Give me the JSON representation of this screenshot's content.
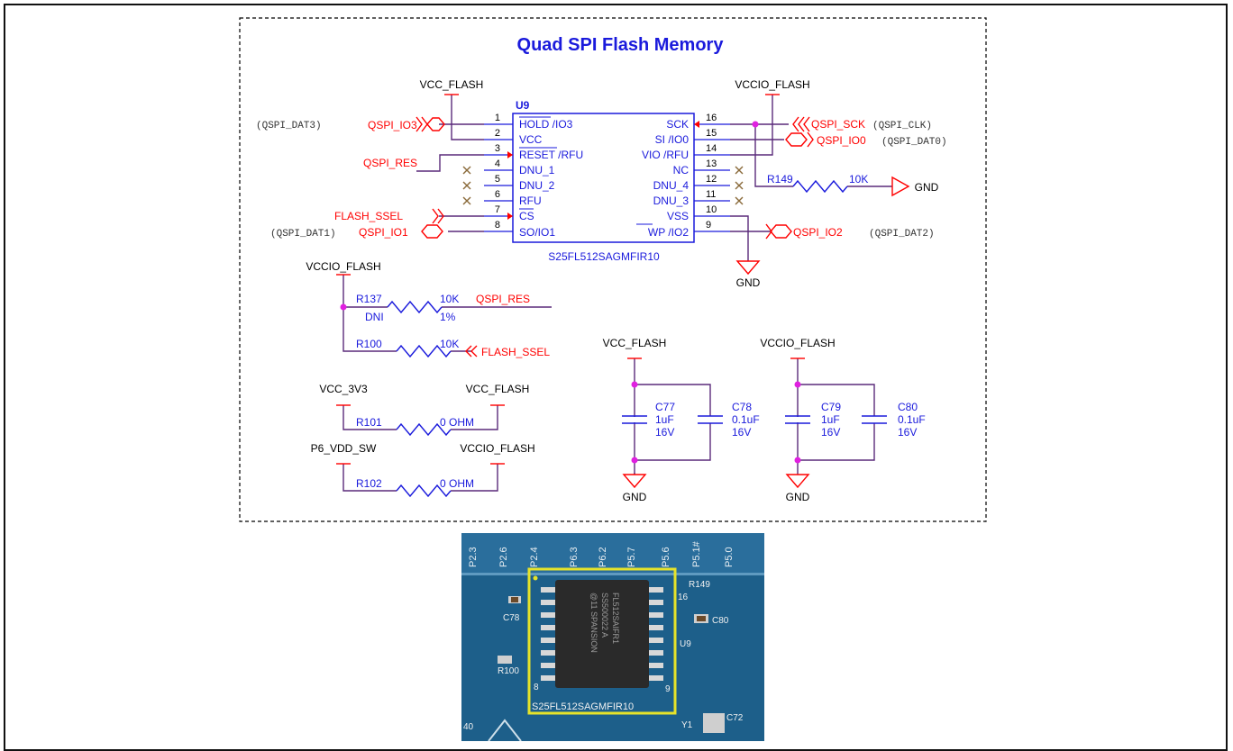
{
  "title": "Quad SPI Flash Memory",
  "chip": {
    "ref": "U9",
    "part": "S25FL512SAGMFIR10",
    "left_pins": [
      {
        "num": "1",
        "name": "HOLD /IO3"
      },
      {
        "num": "2",
        "name": "VCC"
      },
      {
        "num": "3",
        "name": "RESET /RFU"
      },
      {
        "num": "4",
        "name": "DNU_1"
      },
      {
        "num": "5",
        "name": "DNU_2"
      },
      {
        "num": "6",
        "name": "RFU"
      },
      {
        "num": "7",
        "name": "CS"
      },
      {
        "num": "8",
        "name": "SO/IO1"
      }
    ],
    "right_pins": [
      {
        "num": "16",
        "name": "SCK"
      },
      {
        "num": "15",
        "name": "SI /IO0"
      },
      {
        "num": "14",
        "name": "VIO /RFU"
      },
      {
        "num": "13",
        "name": "NC"
      },
      {
        "num": "12",
        "name": "DNU_4"
      },
      {
        "num": "11",
        "name": "DNU_3"
      },
      {
        "num": "10",
        "name": "VSS"
      },
      {
        "num": "9",
        "name": "WP /IO2"
      }
    ]
  },
  "nets": {
    "vcc_flash": "VCC_FLASH",
    "vccio_flash": "VCCIO_FLASH",
    "qspi_io3": "QSPI_IO3",
    "qspi_dat3": "(QSPI_DAT3)",
    "qspi_res": "QSPI_RES",
    "flash_ssel": "FLASH_SSEL",
    "qspi_io1": "QSPI_IO1",
    "qspi_dat1": "(QSPI_DAT1)",
    "qspi_sck": "QSPI_SCK",
    "qspi_clk": "(QSPI_CLK)",
    "qspi_io0": "QSPI_IO0",
    "qspi_dat0": "(QSPI_DAT0)",
    "qspi_io2": "QSPI_IO2",
    "qspi_dat2": "(QSPI_DAT2)",
    "gnd": "GND",
    "vcc_3v3": "VCC_3V3",
    "p6_vdd_sw": "P6_VDD_SW"
  },
  "resistors": {
    "r149": {
      "ref": "R149",
      "value": "10K"
    },
    "r137": {
      "ref": "R137",
      "value": "10K",
      "note": "DNI",
      "tol": "1%"
    },
    "r100": {
      "ref": "R100",
      "value": "10K"
    },
    "r101": {
      "ref": "R101",
      "value": "0 OHM"
    },
    "r102": {
      "ref": "R102",
      "value": "0 OHM"
    }
  },
  "capacitors": [
    {
      "ref": "C77",
      "value": "1uF",
      "voltage": "16V"
    },
    {
      "ref": "C78",
      "value": "0.1uF",
      "voltage": "16V"
    },
    {
      "ref": "C79",
      "value": "1uF",
      "voltage": "16V"
    },
    {
      "ref": "C80",
      "value": "0.1uF",
      "voltage": "16V"
    }
  ],
  "photo": {
    "chip_line1": "FL512SAIFR1",
    "chip_line2": "SS500022 A",
    "chip_line3": "@11 SPANSION",
    "part_label": "S25FL512SAGMFIR10",
    "silk": [
      "P2.3",
      "P2.6",
      "P2.4",
      "P6.3",
      "P6.2",
      "P5.7",
      "P5.6",
      "P5.1#",
      "P5.0"
    ],
    "labels": {
      "r149": "R149",
      "c78": "C78",
      "c80": "C80",
      "u9": "U9",
      "r100": "R100",
      "pin8": "8",
      "pin9": "9",
      "pin16": "16",
      "c72": "C72",
      "y1": "Y1",
      "n40": "40"
    },
    "colors": {
      "board": "#1d5f8a",
      "highlight": "#e6e32a",
      "chip": "#2a2a2a"
    }
  },
  "colors": {
    "wire": "#5a2a7a",
    "net_red": "#ff0000",
    "title_blue": "#1a1adc",
    "junction": "#e020e0",
    "nc_mark": "#8a6a3a"
  }
}
